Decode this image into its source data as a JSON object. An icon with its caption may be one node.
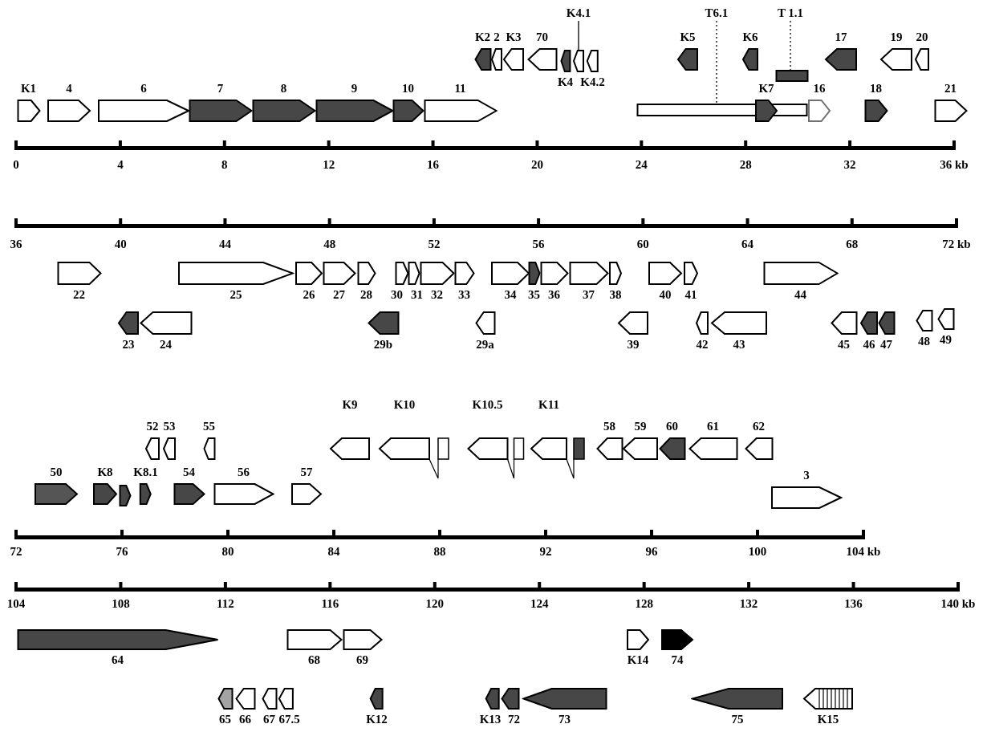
{
  "diagram": {
    "nodes": [
      {
        "text": [
          "K4.1"
        ]
      },
      {
        "text": [
          "T6.1"
        ]
      },
      {
        "text": [
          "T 1.1"
        ]
      },
      {
        "text": [
          "K2"
        ]
      },
      {
        "text": [
          "2"
        ]
      },
      {
        "text": [
          "K3"
        ]
      },
      {
        "text": [
          "70"
        ]
      },
      {
        "text": [
          "K4"
        ]
      },
      {
        "text": [],
        "shape": "arrow"
      },
      {
        "text": [
          "K4.2"
        ]
      },
      {
        "text": [
          "K5"
        ]
      },
      {
        "text": [
          "K6"
        ]
      },
      {
        "text": [],
        "shape": "bar"
      },
      {
        "text": [
          "17"
        ]
      },
      {
        "text": [
          "19"
        ]
      },
      {
        "text": [
          "20"
        ]
      },
      {
        "text": [
          "K1"
        ]
      },
      {
        "text": [
          "4"
        ]
      },
      {
        "text": [
          "6"
        ]
      },
      {
        "text": [
          "7"
        ]
      },
      {
        "text": [
          "8"
        ]
      },
      {
        "text": [
          "9"
        ]
      },
      {
        "text": [
          "10"
        ]
      },
      {
        "text": [
          "11"
        ]
      },
      {
        "text": [],
        "shape": "bar"
      },
      {
        "text": [
          "K7"
        ]
      },
      {
        "text": [
          "16"
        ]
      },
      {
        "text": [
          "18"
        ]
      },
      {
        "text": [
          "21"
        ]
      },
      {
        "text": [
          "22"
        ]
      },
      {
        "text": [
          "25"
        ]
      },
      {
        "text": [
          "26"
        ]
      },
      {
        "text": [
          "27"
        ]
      },
      {
        "text": [
          "28"
        ]
      },
      {
        "text": [
          "30"
        ]
      },
      {
        "text": [
          "31"
        ]
      },
      {
        "text": [
          "32"
        ]
      },
      {
        "text": [
          "33"
        ]
      },
      {
        "text": [
          "34"
        ]
      },
      {
        "text": [
          "35"
        ]
      },
      {
        "text": [
          "36"
        ]
      },
      {
        "text": [
          "37"
        ]
      },
      {
        "text": [
          "38"
        ]
      },
      {
        "text": [
          "40"
        ]
      },
      {
        "text": [
          "41"
        ]
      },
      {
        "text": [
          "44"
        ]
      },
      {
        "text": [
          "23"
        ]
      },
      {
        "text": [
          "24"
        ]
      },
      {
        "text": [
          "29b"
        ]
      },
      {
        "text": [
          "29a"
        ]
      },
      {
        "text": [
          "39"
        ]
      },
      {
        "text": [
          "42"
        ]
      },
      {
        "text": [
          "43"
        ]
      },
      {
        "text": [
          "45"
        ]
      },
      {
        "text": [
          "46"
        ]
      },
      {
        "text": [
          "47"
        ]
      },
      {
        "text": [
          "48"
        ]
      },
      {
        "text": [
          "49"
        ]
      },
      {
        "text": [
          "52"
        ]
      },
      {
        "text": [
          "53"
        ]
      },
      {
        "text": [
          "55"
        ]
      },
      {
        "text": [
          "K9"
        ]
      },
      {
        "text": [
          "K10"
        ]
      },
      {
        "text": [
          "K10.5"
        ]
      },
      {
        "text": [
          "K11"
        ]
      },
      {
        "text": [
          "58"
        ]
      },
      {
        "text": [
          "59"
        ]
      },
      {
        "text": [
          "60"
        ]
      },
      {
        "text": [
          "61"
        ]
      },
      {
        "text": [
          "62"
        ]
      },
      {
        "text": [
          "50"
        ]
      },
      {
        "text": [
          "K8"
        ]
      },
      {
        "text": [],
        "shape": "arrow"
      },
      {
        "text": [
          "K8.1"
        ]
      },
      {
        "text": [
          "54"
        ]
      },
      {
        "text": [
          "56"
        ]
      },
      {
        "text": [
          "57"
        ]
      },
      {
        "text": [
          "3"
        ]
      },
      {
        "text": [
          "64"
        ]
      },
      {
        "text": [
          "68"
        ]
      },
      {
        "text": [
          "69"
        ]
      },
      {
        "text": [
          "K14"
        ]
      },
      {
        "text": [
          "74"
        ]
      },
      {
        "text": [
          "65"
        ]
      },
      {
        "text": [
          "66"
        ]
      },
      {
        "text": [
          "67"
        ]
      },
      {
        "text": [
          "67.5"
        ]
      },
      {
        "text": [
          "K12"
        ]
      },
      {
        "text": [
          "K13"
        ]
      },
      {
        "text": [
          "72"
        ]
      },
      {
        "text": [
          "73"
        ]
      },
      {
        "text": [
          "75"
        ]
      },
      {
        "text": [
          "K15"
        ]
      }
    ],
    "edges": [
      {
        "from": 0,
        "to": 8,
        "arrow": "none"
      },
      {
        "from": 1,
        "to": 24,
        "arrow": "none",
        "style": "dashed"
      },
      {
        "from": 2,
        "to": 12,
        "arrow": "none",
        "style": "dashed"
      }
    ],
    "labels": [
      "0",
      "4",
      "8",
      "12",
      "16",
      "20",
      "24",
      "28",
      "32",
      "36 kb",
      "36",
      "40",
      "44",
      "48",
      "52",
      "56",
      "60",
      "64",
      "68",
      "72 kb",
      "72",
      "76",
      "80",
      "84",
      "88",
      "92",
      "96",
      "100",
      "104 kb",
      "104",
      "108",
      "112",
      "116",
      "120",
      "124",
      "128",
      "132",
      "136",
      "140 kb"
    ]
  }
}
